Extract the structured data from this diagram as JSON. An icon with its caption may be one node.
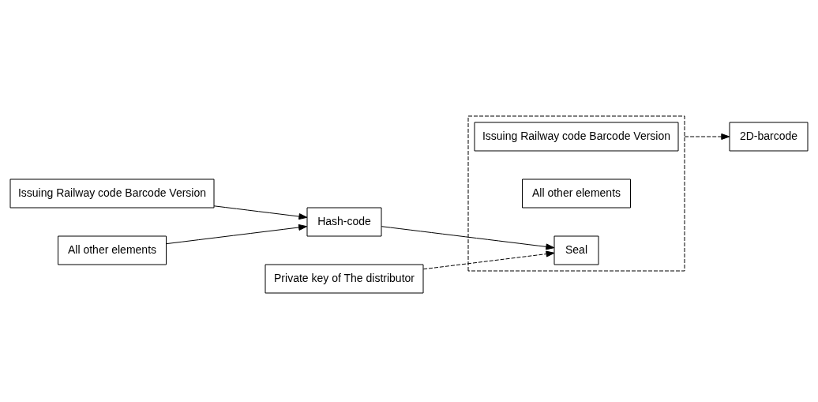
{
  "diagram": {
    "nodes": [
      {
        "text": [
          "Issuing Railway code Barcode Version"
        ]
      },
      {
        "text": [
          "All other elements"
        ]
      },
      {
        "text": [
          "Private key of The distributor"
        ]
      },
      {
        "text": [],
        "shape": "box"
      },
      {
        "text": [
          "Issuing Railway code Barcode Version"
        ],
        "in": 3
      },
      {
        "text": [
          "All other elements"
        ],
        "in": 3
      },
      {
        "text": [
          "Seal"
        ],
        "in": 3
      },
      {
        "text": [
          "Hash-code"
        ]
      },
      {
        "text": [
          "2D-barcode"
        ]
      }
    ],
    "edges": [
      {
        "from": 0,
        "to": 7,
        "arrow": "to"
      },
      {
        "from": 1,
        "to": 7,
        "arrow": "to"
      },
      {
        "from": 7,
        "to": 6,
        "arrow": "to"
      },
      {
        "from": 2,
        "to": 6,
        "arrow": "to",
        "style": "dashed"
      },
      {
        "from": 3,
        "to": 8,
        "arrow": "to",
        "style": "dashed"
      }
    ]
  }
}
